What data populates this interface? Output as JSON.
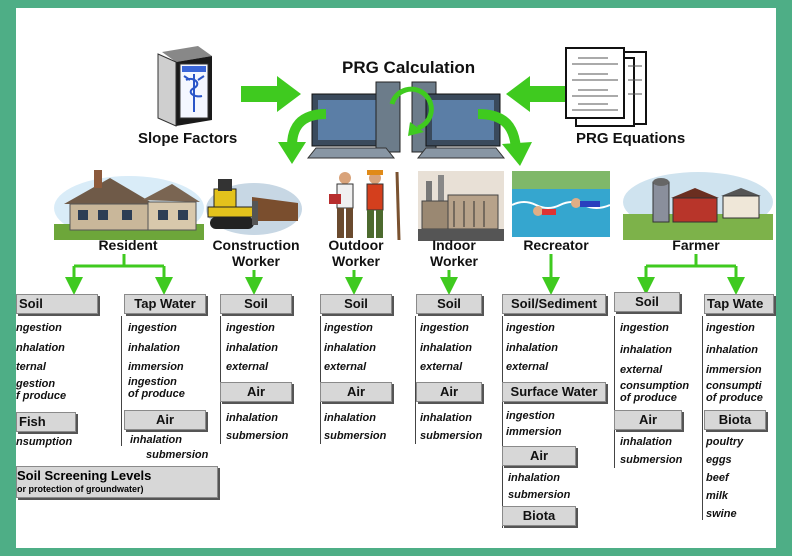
{
  "top": {
    "calc_title": "PRG Calculation",
    "slope_label": "Slope Factors",
    "equations_label": "PRG Equations"
  },
  "receptors": {
    "resident": "Resident",
    "construction": [
      "Construction",
      "Worker"
    ],
    "outdoor": [
      "Outdoor",
      "Worker"
    ],
    "indoor": [
      "Indoor",
      "Worker"
    ],
    "recreator": "Recreator",
    "farmer": "Farmer"
  },
  "resident": {
    "soil": "Soil",
    "soil_items": [
      "ngestion",
      "nhalation",
      "ternal"
    ],
    "soil_produce": [
      "gestion",
      "f produce"
    ],
    "tap": "Tap Water",
    "tap_items": [
      "ingestion",
      "inhalation",
      "immersion"
    ],
    "tap_produce": [
      "ingestion",
      "of produce"
    ],
    "fish": "Fish",
    "fish_items": [
      "nsumption"
    ],
    "air": "Air",
    "air_items": [
      "inhalation",
      "submersion"
    ],
    "ssl_title": "Soil Screening Levels",
    "ssl_sub": "or protection of groundwater)"
  },
  "construction": {
    "soil": "Soil",
    "soil_items": [
      "ingestion",
      "inhalation",
      "external"
    ],
    "air": "Air",
    "air_items": [
      "inhalation",
      "submersion"
    ]
  },
  "outdoor": {
    "soil": "Soil",
    "soil_items": [
      "ingestion",
      "inhalation",
      "external"
    ],
    "air": "Air",
    "air_items": [
      "inhalation",
      "submersion"
    ]
  },
  "indoor": {
    "soil": "Soil",
    "soil_items": [
      "ingestion",
      "inhalation",
      "external"
    ],
    "air": "Air",
    "air_items": [
      "inhalation",
      "submersion"
    ]
  },
  "recreator": {
    "soil": "Soil/Sediment",
    "soil_items": [
      "ingestion",
      "inhalation",
      "external"
    ],
    "water": "Surface Water",
    "water_items": [
      "ingestion",
      "immersion"
    ],
    "air": "Air",
    "air_items": [
      "inhalation",
      "submersion"
    ],
    "biota": "Biota"
  },
  "farmer": {
    "soil": "Soil",
    "soil_items": [
      "ingestion",
      "inhalation",
      "external"
    ],
    "soil_produce": [
      "consumption",
      "of produce"
    ],
    "tap": "Tap Wate",
    "tap_items": [
      "ingestion",
      "inhalation",
      "immersion"
    ],
    "tap_produce": [
      "consumpti",
      "of produce"
    ],
    "air": "Air",
    "air_items": [
      "inhalation",
      "submersion"
    ],
    "biota": "Biota",
    "biota_items": [
      "poultry",
      "eggs",
      "beef",
      "milk",
      "swine"
    ]
  },
  "colors": {
    "frame": "#4eae86",
    "arrow": "#3fca1f",
    "header_fill": "#d7d7d7"
  }
}
